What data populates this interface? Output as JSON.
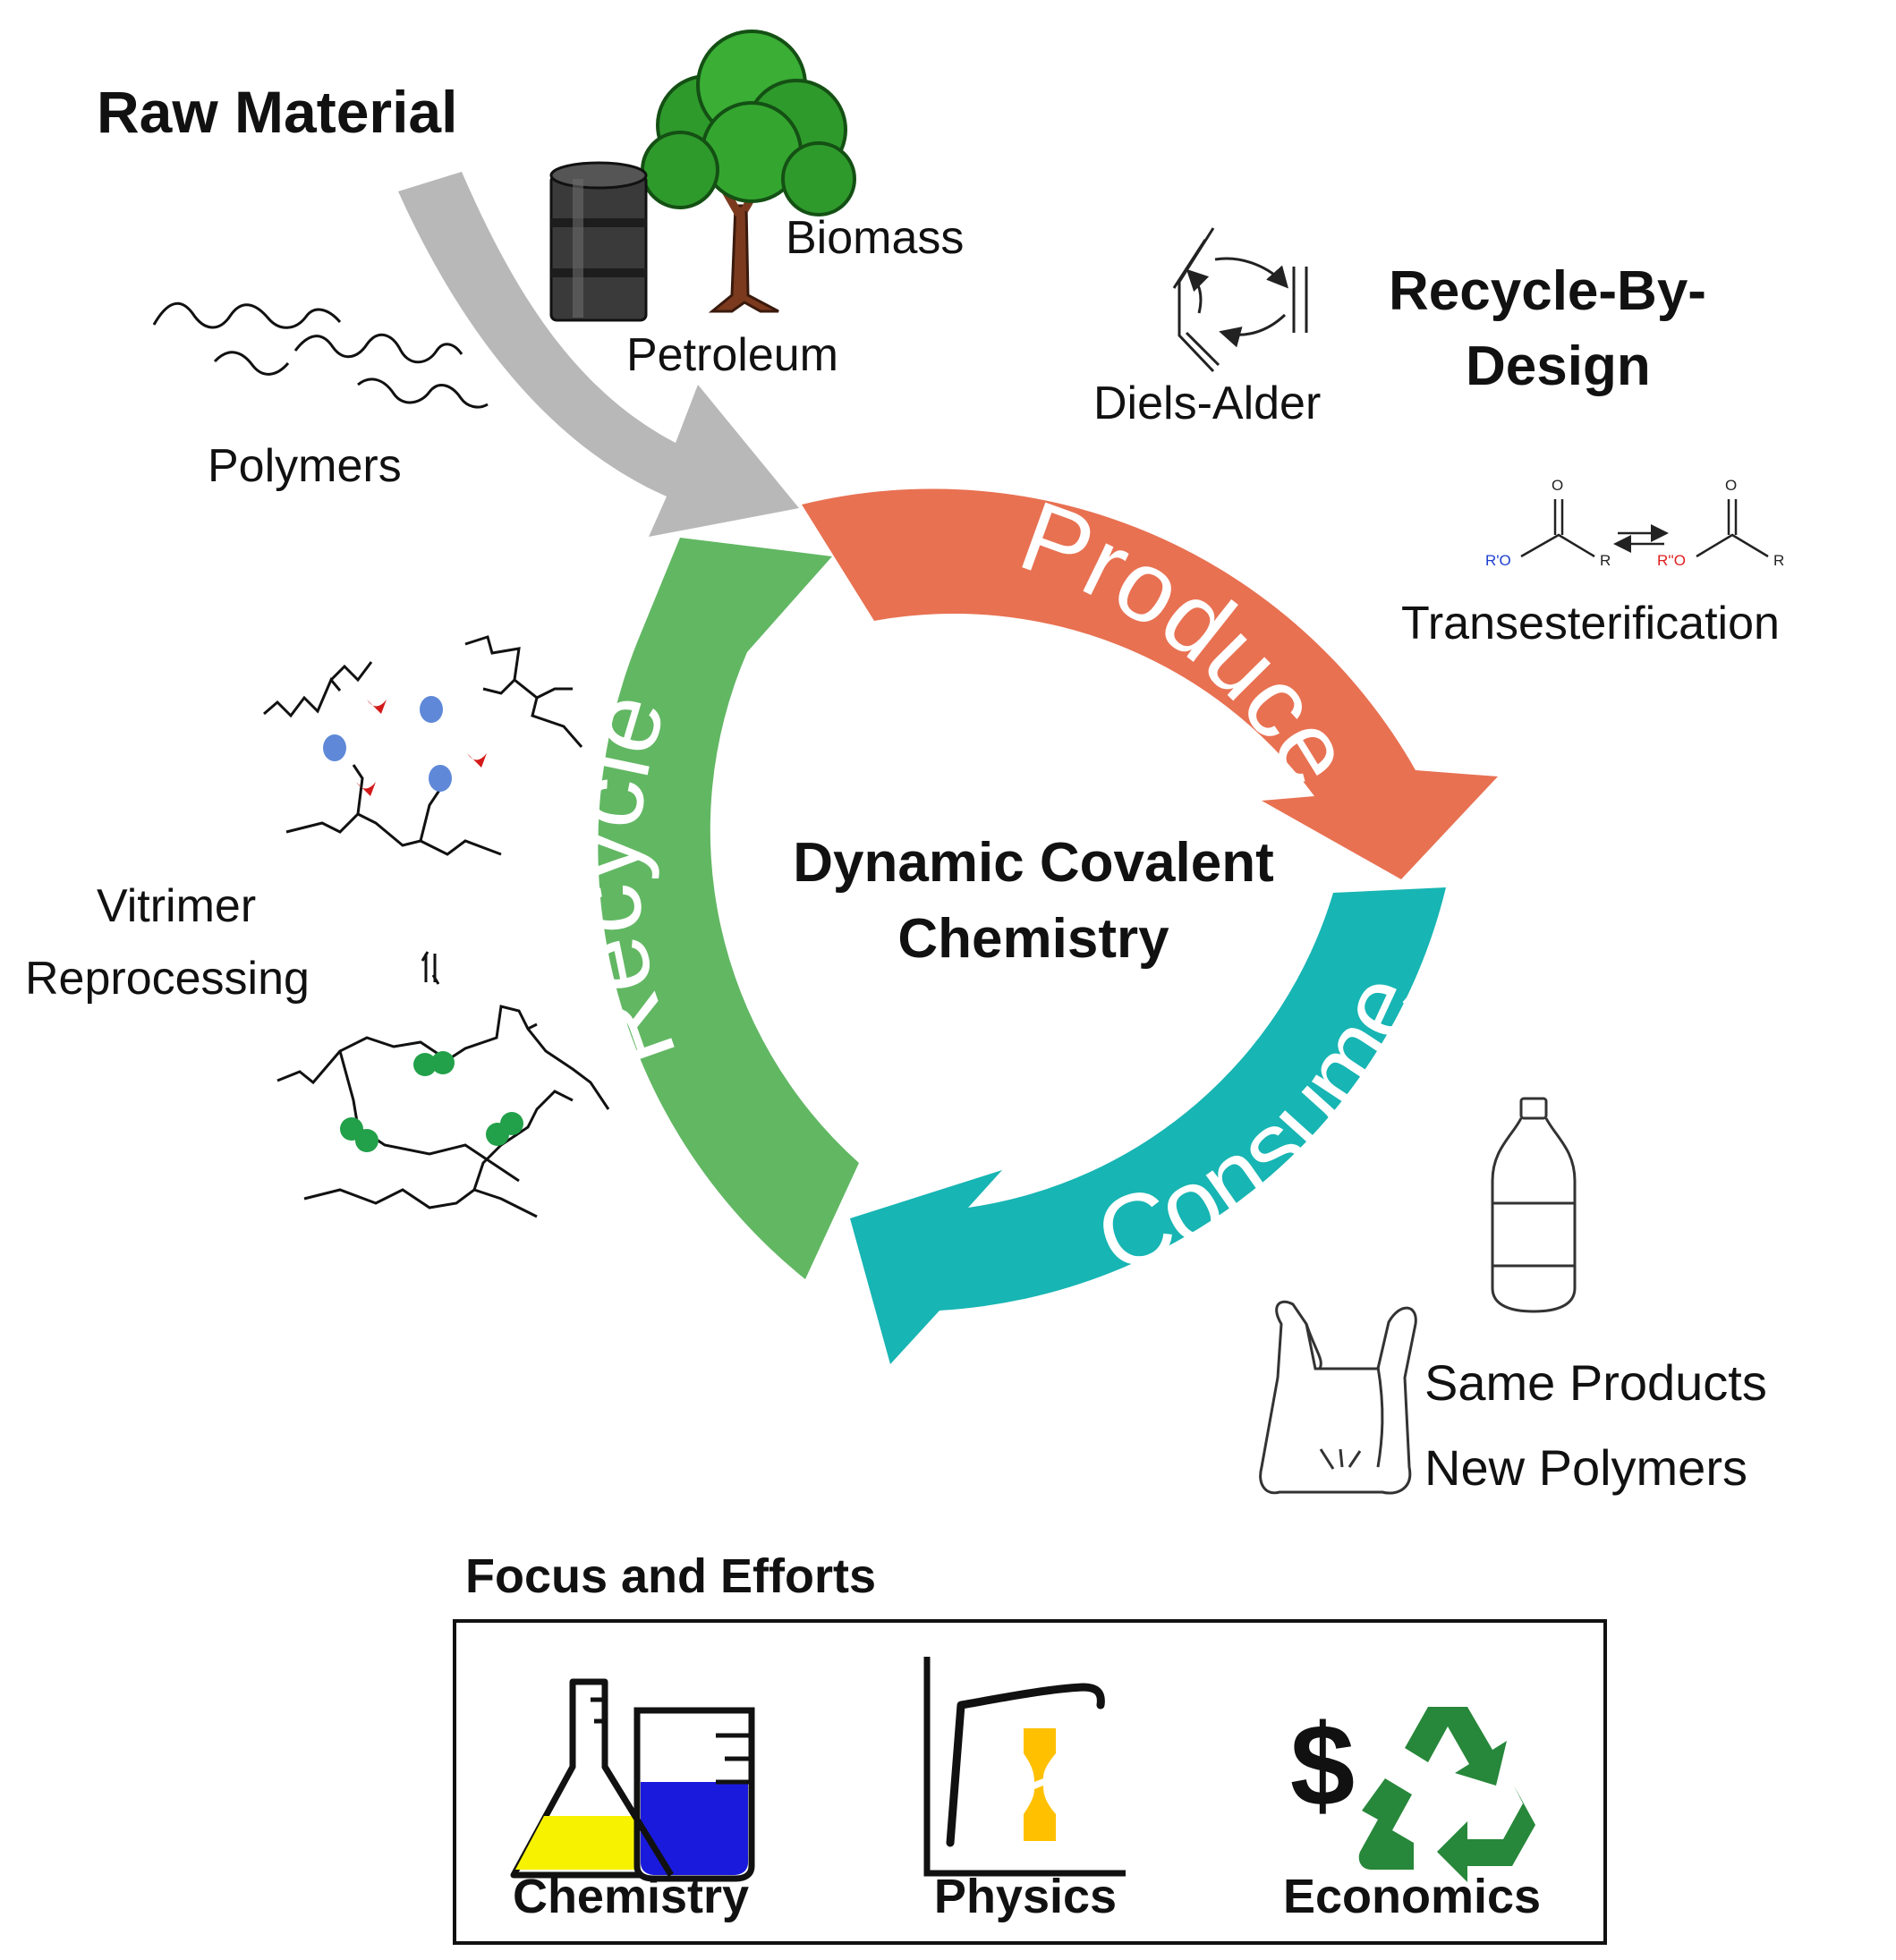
{
  "raw_material": {
    "title": "Raw Material",
    "biomass": "Biomass",
    "petroleum": "Petroleum",
    "polymers": "Polymers"
  },
  "recycle_by_design": {
    "title_line1": "Recycle-By-",
    "title_line2": "Design",
    "diels_alder": "Diels-Alder",
    "transesterification": "Transesterification",
    "ester_left_group": "R'O",
    "ester_right_group": "R''O",
    "ester_r": "R",
    "ester_o": "O"
  },
  "cycle": {
    "produce": "Produce",
    "consume": "Consume",
    "recycle": "Recycle",
    "center_line1": "Dynamic Covalent",
    "center_line2": "Chemistry",
    "colors": {
      "produce": "#e87152",
      "consume": "#17b5b3",
      "recycle": "#62b763",
      "feed_arrow": "#b8b8b8"
    }
  },
  "vitrimer": {
    "line1": "Vitrimer",
    "line2": "Reprocessing"
  },
  "products": {
    "line1": "Same Products",
    "line2": "New Polymers"
  },
  "focus": {
    "title": "Focus and Efforts",
    "items": [
      {
        "label": "Chemistry",
        "icon": "flask-beaker-icon"
      },
      {
        "label": "Physics",
        "icon": "stress-strain-icon"
      },
      {
        "label": "Economics",
        "icon": "dollar-recycle-icon"
      }
    ],
    "dollar": "$"
  }
}
